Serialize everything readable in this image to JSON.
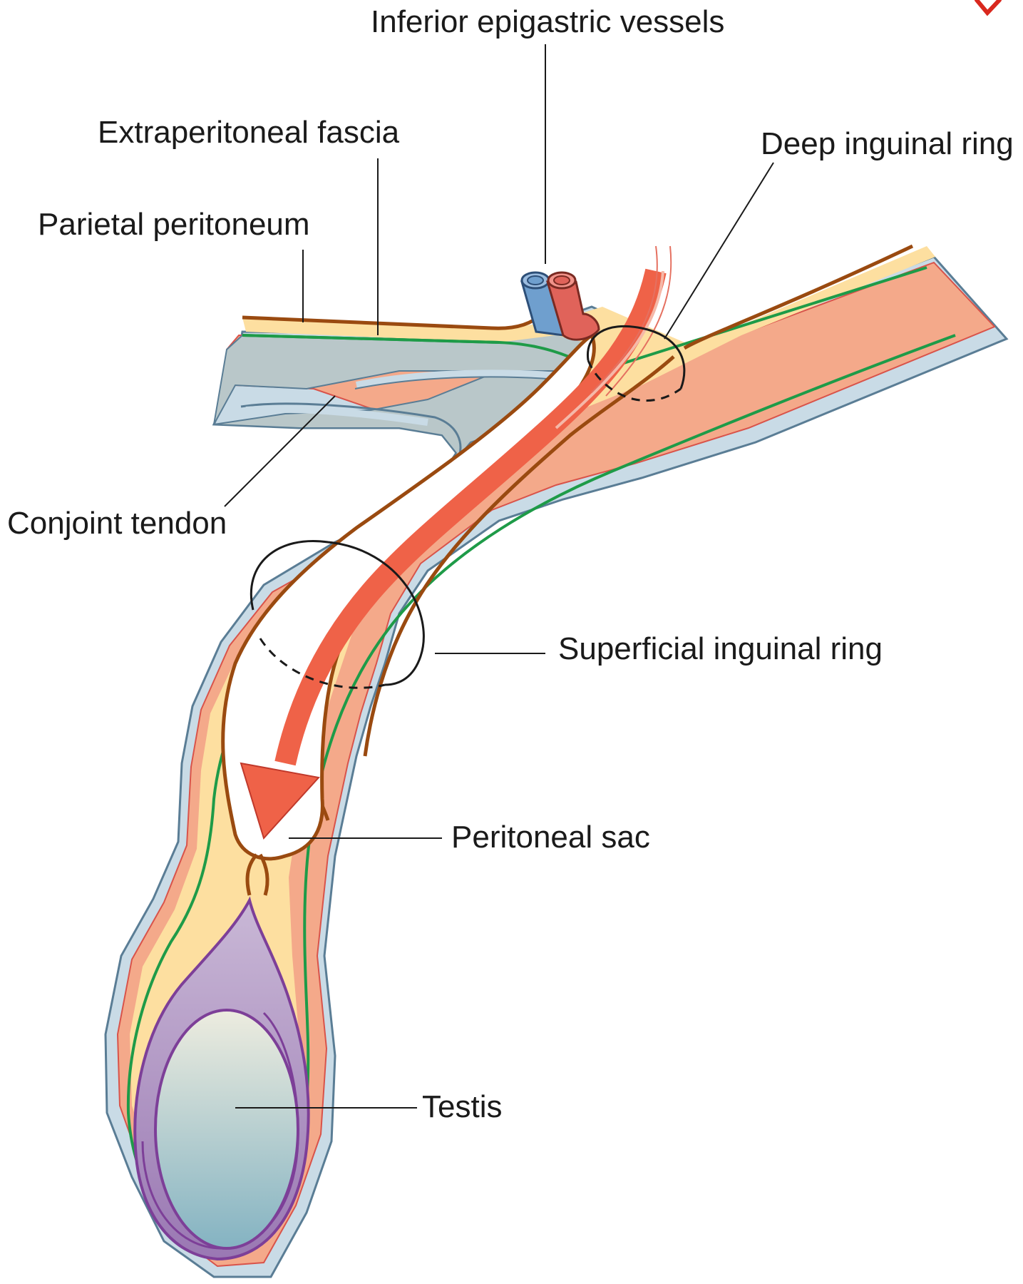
{
  "labels": {
    "inferior_epigastric_vessels": "Inferior epigastric vessels",
    "extraperitoneal_fascia": "Extraperitoneal fascia",
    "deep_inguinal_ring": "Deep inguinal ring",
    "parietal_peritoneum": "Parietal peritoneum",
    "conjoint_tendon": "Conjoint tendon",
    "superficial_inguinal_ring": "Superficial inguinal ring",
    "peritoneal_sac": "Peritoneal sac",
    "testis": "Testis"
  },
  "colors": {
    "outer_fascia": "#c9dbe6",
    "outer_fascia_edge": "#5a7d95",
    "muscle": "#f4a98a",
    "muscle_edge": "#d9534a",
    "fat_layer": "#fddfa0",
    "transversalis": "#1e9b48",
    "peritoneum": "#9a4a10",
    "tendon": "#b9c7c9",
    "sac_arrow": "#ef6248",
    "vein": "#6f9fce",
    "artery": "#e0635a",
    "tunica": "#8d5aa3",
    "testis_top": "#edecdf",
    "testis_bottom": "#84b3c2"
  }
}
